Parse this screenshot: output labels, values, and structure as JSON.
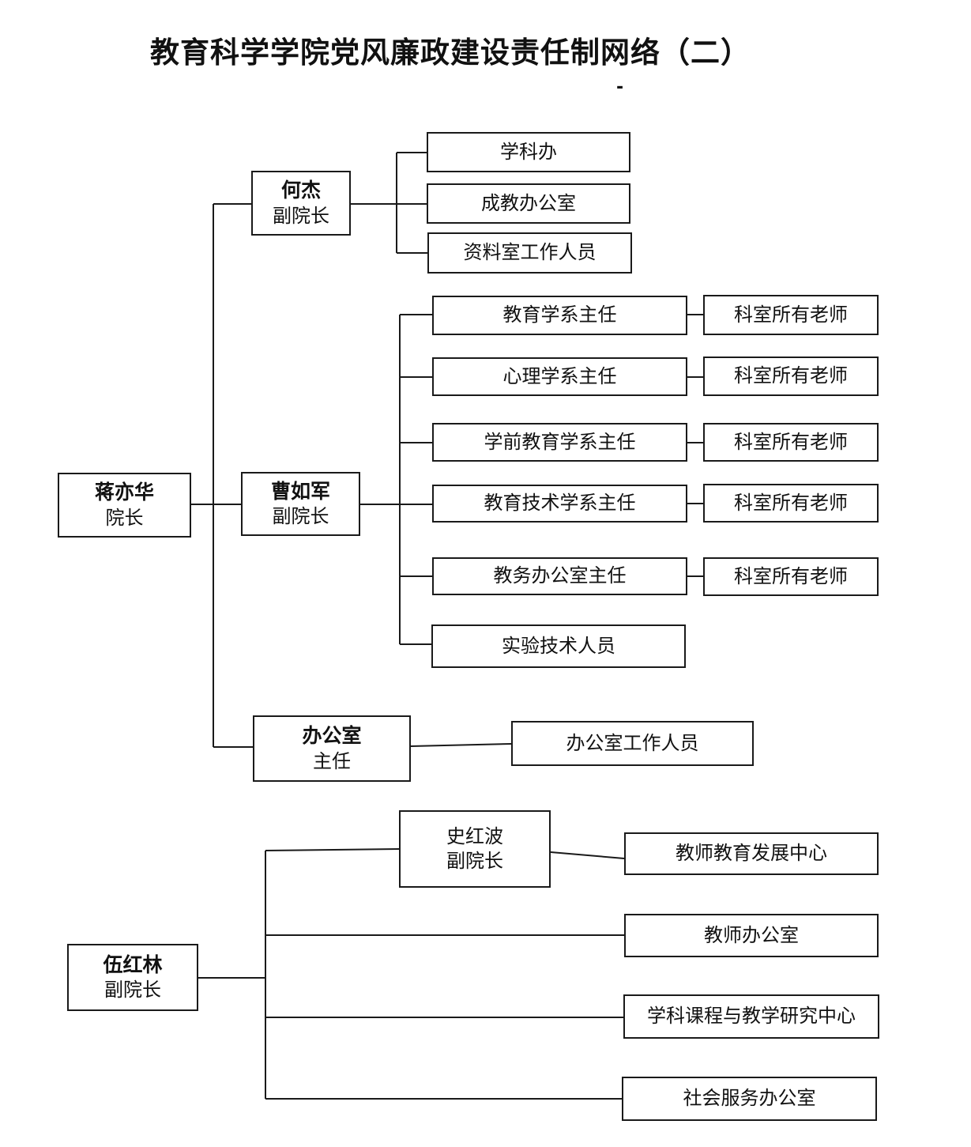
{
  "title": "教育科学学院党风廉政建设责任制网络（二）",
  "stray_mark": "-",
  "colors": {
    "line": "#1a1a1a",
    "background": "#ffffff"
  },
  "leaders": {
    "dean": {
      "name": "蒋亦华",
      "role": "院长"
    },
    "vice_hejie": {
      "name": "何杰",
      "role": "副院长"
    },
    "vice_caorujun": {
      "name": "曹如军",
      "role": "副院长"
    },
    "office_director": {
      "name": "办公室",
      "role": "主任"
    },
    "vice_wuhonglin": {
      "name": "伍红林",
      "role": "副院长"
    },
    "vice_shihongbo": {
      "name": "史红波",
      "role": "副院长"
    }
  },
  "hejie_children": [
    "学科办",
    "成教办公室",
    "资料室工作人员"
  ],
  "caorujun_children": [
    "教育学系主任",
    "心理学系主任",
    "学前教育学系主任",
    "教育技术学系主任",
    "教务办公室主任",
    "实验技术人员"
  ],
  "teachers_label": "科室所有老师",
  "office_child": "办公室工作人员",
  "wuhonglin_children": [
    "教师教育发展中心",
    "教师办公室",
    "学科课程与教学研究中心",
    "社会服务办公室"
  ]
}
